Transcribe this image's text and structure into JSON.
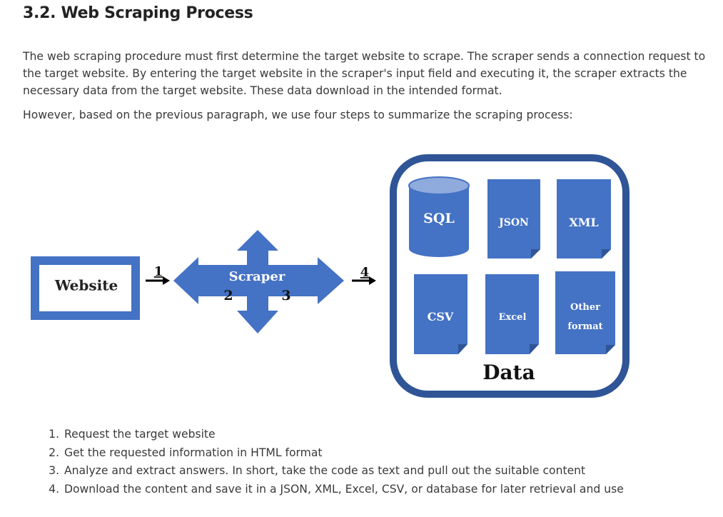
{
  "section": {
    "title": "3.2. Web Scraping Process",
    "paragraphs": [
      "The web scraping procedure must first determine the target website to scrape. The scraper sends a connection request to the target website. By entering the target website in the scraper's input field and executing it, the scraper extracts the necessary data from the target website. These data download in the intended format.",
      "However, based on the previous paragraph, we use four steps to summarize the scraping process:"
    ]
  },
  "diagram": {
    "website_label": "Website",
    "scraper_label": "Scraper",
    "step1": "1",
    "step2": "2",
    "step3": "3",
    "step4": "4",
    "data_label": "Data",
    "formats": {
      "sql": "SQL",
      "json": "JSON",
      "xml": "XML",
      "csv": "CSV",
      "excel": "Excel",
      "other_line1": "Other",
      "other_line2": "format"
    },
    "colors": {
      "primary": "#4472C4",
      "dark": "#2F5597",
      "db_top": "#8FAADC"
    }
  },
  "steps": [
    "Request the target website",
    "Get the requested information in HTML format",
    "Analyze and extract answers. In short, take the code as text and pull out the suitable content",
    "Download the content and save it in a JSON, XML, Excel, CSV, or database for later retrieval and use"
  ]
}
